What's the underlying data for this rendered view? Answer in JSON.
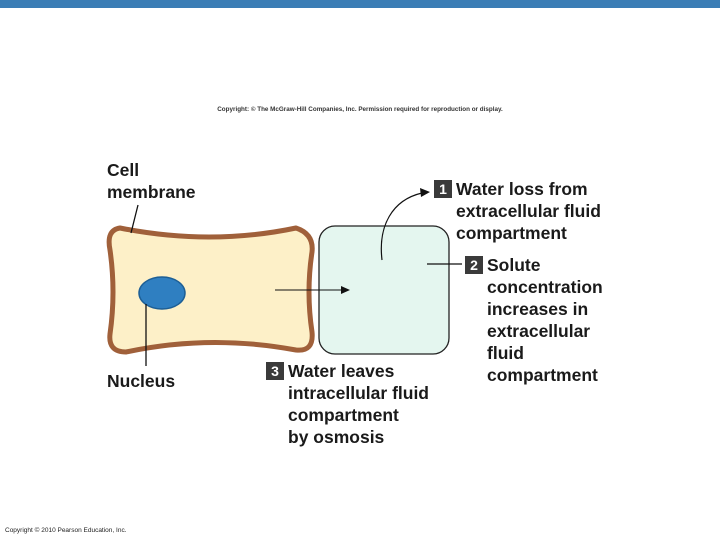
{
  "header_bar_color": "#3b7db5",
  "copyright_top": "Copyright: © The McGraw-Hill Companies, Inc. Permission required for reproduction or display.",
  "copyright_bottom": "Copyright © 2010 Pearson Education, Inc.",
  "labels": {
    "cell_membrane": "Cell\nmembrane",
    "nucleus": "Nucleus"
  },
  "steps": [
    {
      "number": "1",
      "text": "Water loss from\nextracellular fluid\ncompartment"
    },
    {
      "number": "2",
      "text": "Solute\nconcentration\nincreases in\nextracellular\nfluid\ncompartment"
    },
    {
      "number": "3",
      "text": "Water leaves\nintracellular fluid\ncompartment\nby osmosis"
    }
  ],
  "colors": {
    "cell_membrane": "#a0603a",
    "cytoplasm": "#fdf0c8",
    "nucleus": "#2f7fc1",
    "extracellular_fluid": "#e4f6ef",
    "extracellular_border": "#222222"
  }
}
